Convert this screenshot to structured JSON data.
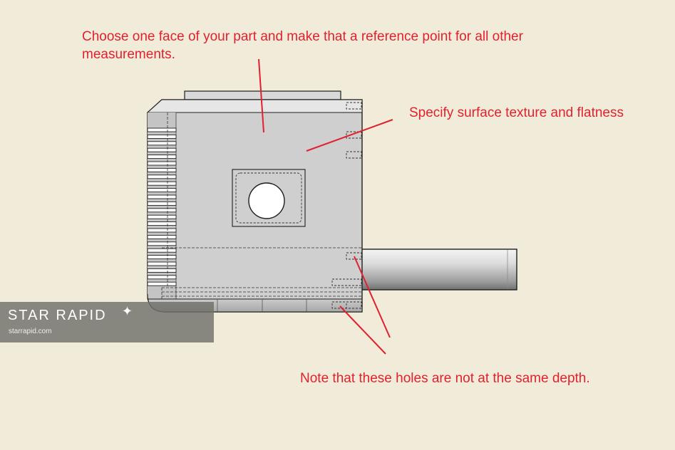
{
  "annotations": {
    "reference": "Choose one face of your part and make that a reference point for all other measurements.",
    "texture": "Specify surface texture and flatness",
    "holes": "Note that these holes are not at the same depth."
  },
  "logo": {
    "name": "STAR RAPID",
    "url": "starrapid.com"
  },
  "colors": {
    "background": "#f1ecda",
    "annotation": "#e0212e",
    "part_face": "#cfcfcf",
    "outline": "#1e1e1e"
  }
}
